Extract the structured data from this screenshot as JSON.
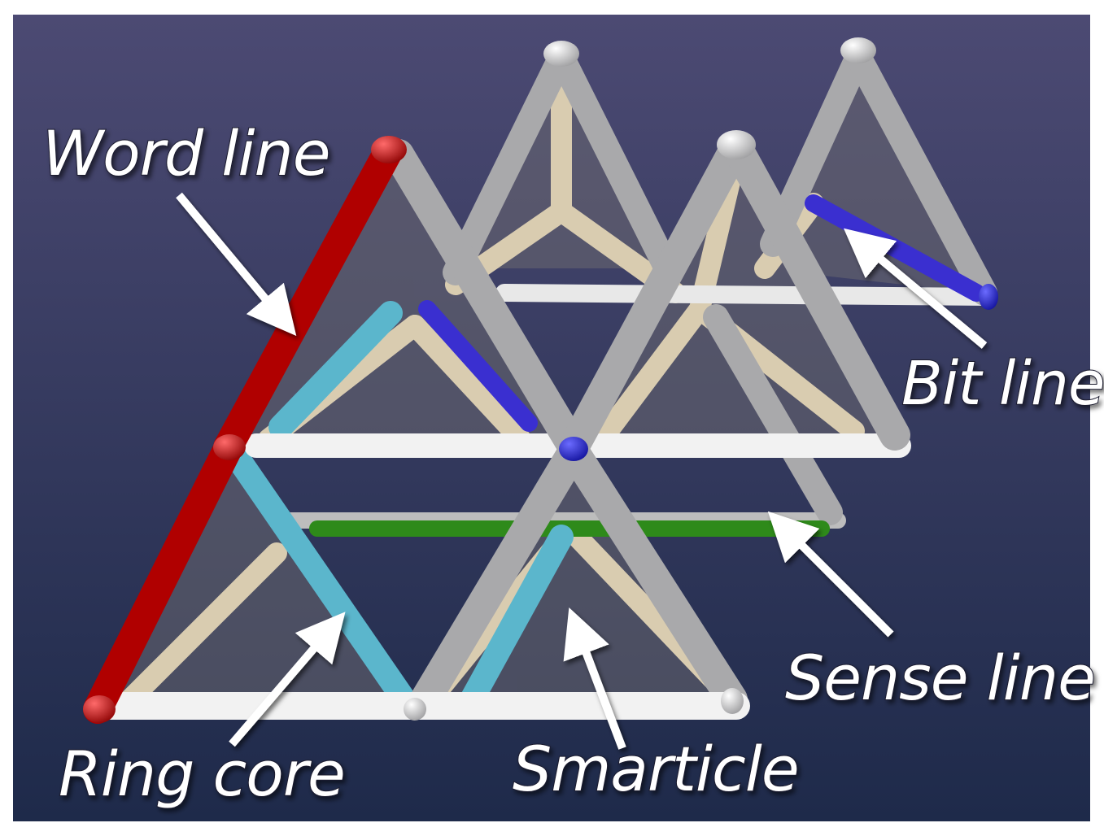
{
  "labels": {
    "word_line": "Word line",
    "bit_line": "Bit line",
    "sense_line": "Sense line",
    "ring_core": "Ring core",
    "smarticle": "Smarticle"
  },
  "colors": {
    "background_top": "#4c4a73",
    "background_bottom": "#1e2a4a",
    "word_line": "#b00000",
    "bit_line": "#3a2fd0",
    "sense_line": "#2e8a1a",
    "ring_core": "#5bb6cc",
    "frame": "#a9a9ab",
    "inner_strut": "#d9ccb0",
    "base_bar": "#f2f2f2",
    "face": "#6a6870"
  }
}
